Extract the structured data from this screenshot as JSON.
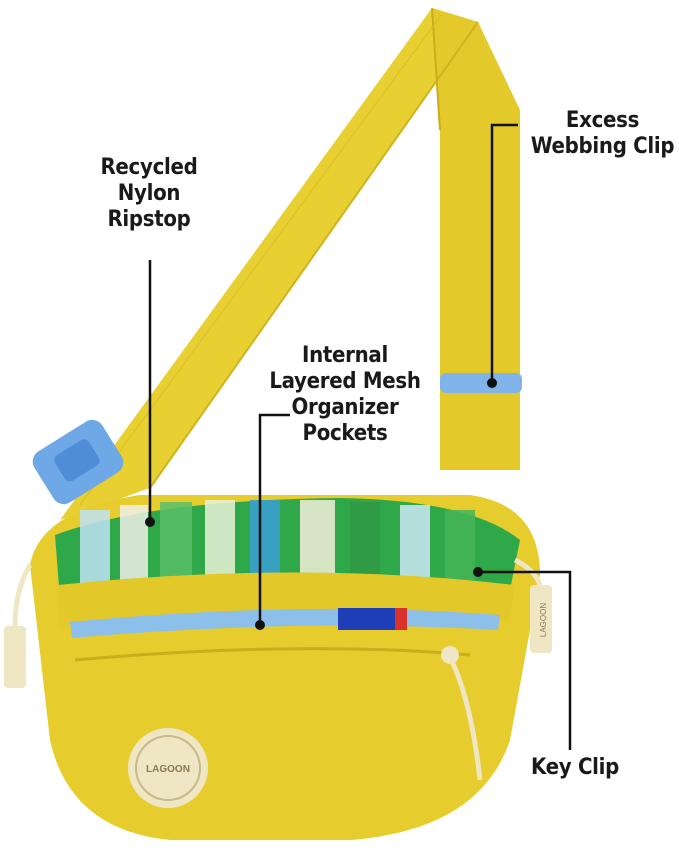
{
  "callouts": {
    "recycled_nylon": [
      "Recycled",
      "Nylon",
      "Ripstop"
    ],
    "excess_webbing": [
      "Excess",
      "Webbing Clip"
    ],
    "internal_mesh": [
      "Internal",
      "Layered Mesh",
      "Organizer",
      "Pockets"
    ],
    "key_clip": [
      "Key Clip"
    ]
  },
  "patch_text": "LAGOON",
  "tab_text": "LAGOON",
  "colors": {
    "bag_yellow": "#e6cc2c",
    "bag_shadow": "#c9ad1a",
    "strap_yellow": "#e8d032",
    "buckle_blue": "#6ea8e6",
    "lining_green": "#2fa84a",
    "mesh_blue": "#8cc0ea",
    "cord_cream": "#efe6c4",
    "label_blue": "#1f3fb8",
    "label_red": "#d8322a"
  }
}
